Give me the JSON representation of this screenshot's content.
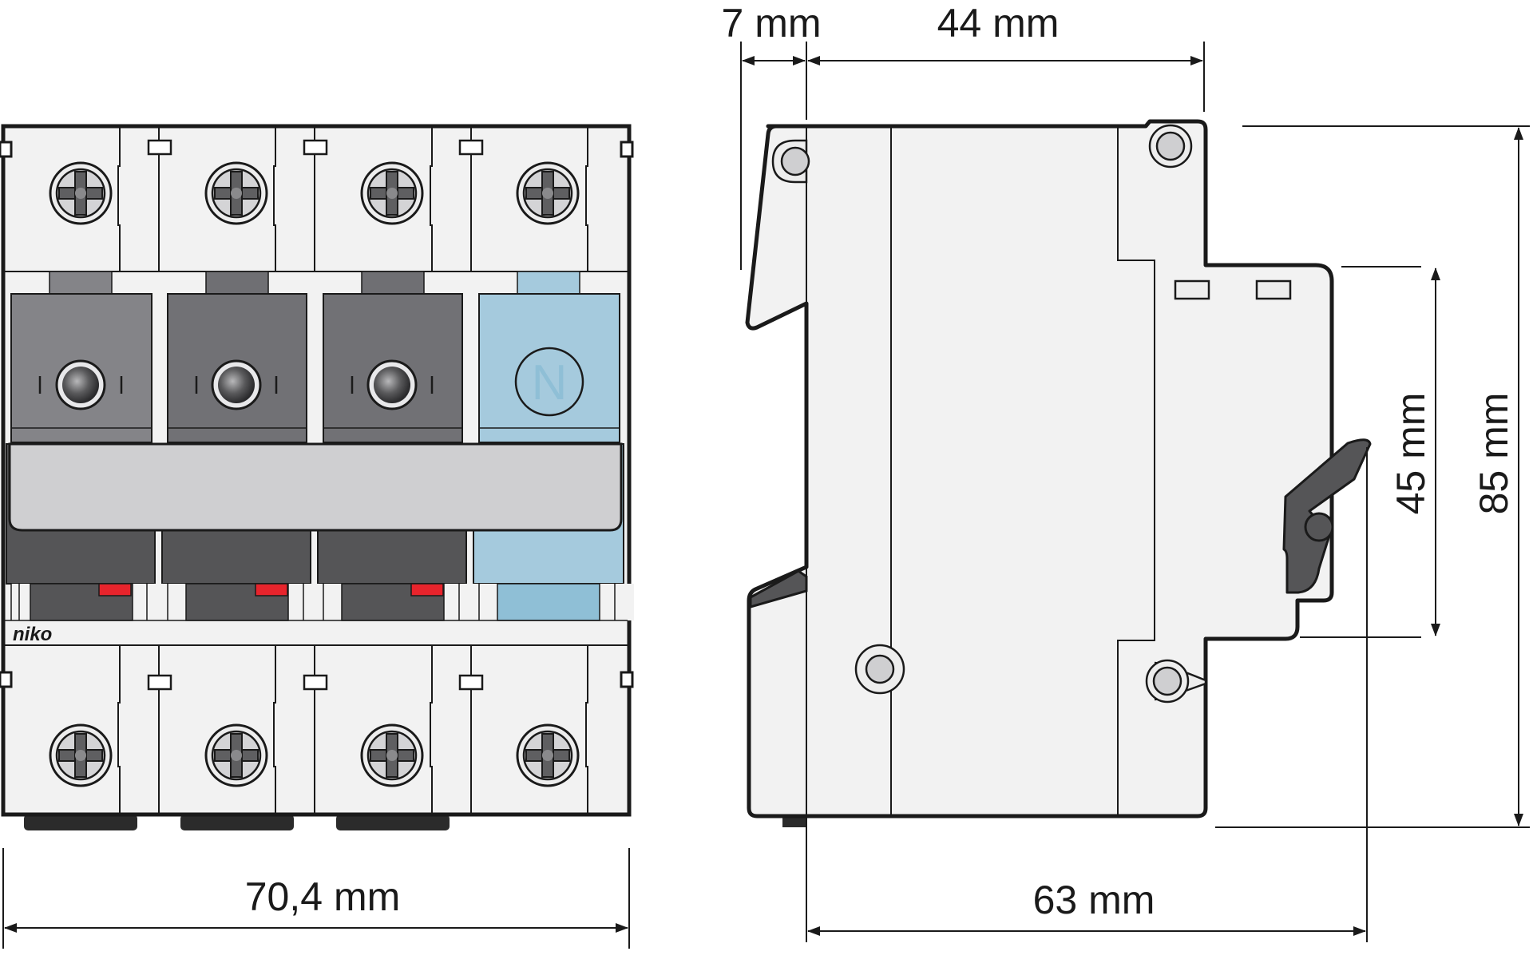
{
  "dimensions": {
    "front_width": "70,4 mm",
    "side_top_offset": "7 mm",
    "side_top_depth": "44 mm",
    "side_bottom_depth": "63 mm",
    "side_front_height": "45 mm",
    "side_total_height": "85 mm"
  },
  "front_view": {
    "brand": "niko",
    "neutral_label": "N",
    "poles": 4
  },
  "colors": {
    "body": "#f2f2f2",
    "outline": "#1a1a1a",
    "dark_grey": "#848488",
    "charcoal": "#555557",
    "handle_bar": "#cfcfd1",
    "neutral_blue": "#a5cadd",
    "neutral_blue_dark": "#8fbfd6",
    "indicator_red": "#e8242c"
  }
}
